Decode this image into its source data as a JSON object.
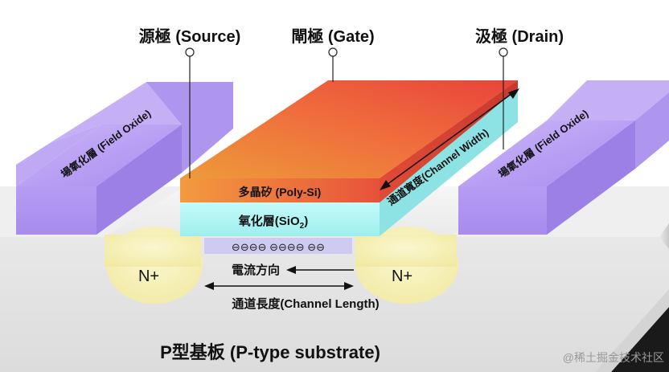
{
  "labels": {
    "source": "源極 (Source)",
    "gate": "閘極 (Gate)",
    "drain": "汲極 (Drain)",
    "field_oxide_left": "場氧化層 (Field Oxide)",
    "field_oxide_right": "場氧化層 (Field Oxide)",
    "poly_si": "多晶矽 (Poly-Si)",
    "oxide_main": "氧化層(SiO",
    "oxide_sub": "2",
    "oxide_close": ")",
    "channel_width": "通道寬度(Channel Width)",
    "n_plus_left": "N+",
    "n_plus_right": "N+",
    "electrons": "⊖⊖⊖⊖ ⊖⊖⊖⊖ ⊖⊖",
    "current_direction": "電流方向",
    "channel_length": "通道長度(Channel Length)",
    "substrate": "P型基板 (P-type substrate)",
    "watermark": "@稀土掘金技术社区"
  },
  "colors": {
    "substrate_top": "#f2f2f2",
    "substrate_front": "#e4e4e4",
    "field_oxide": "#b79cf0",
    "n_plus": "#f7f1b4",
    "poly_top": "#f07c3c",
    "poly_front": "#f0813a",
    "oxide": "#aef4f4"
  }
}
